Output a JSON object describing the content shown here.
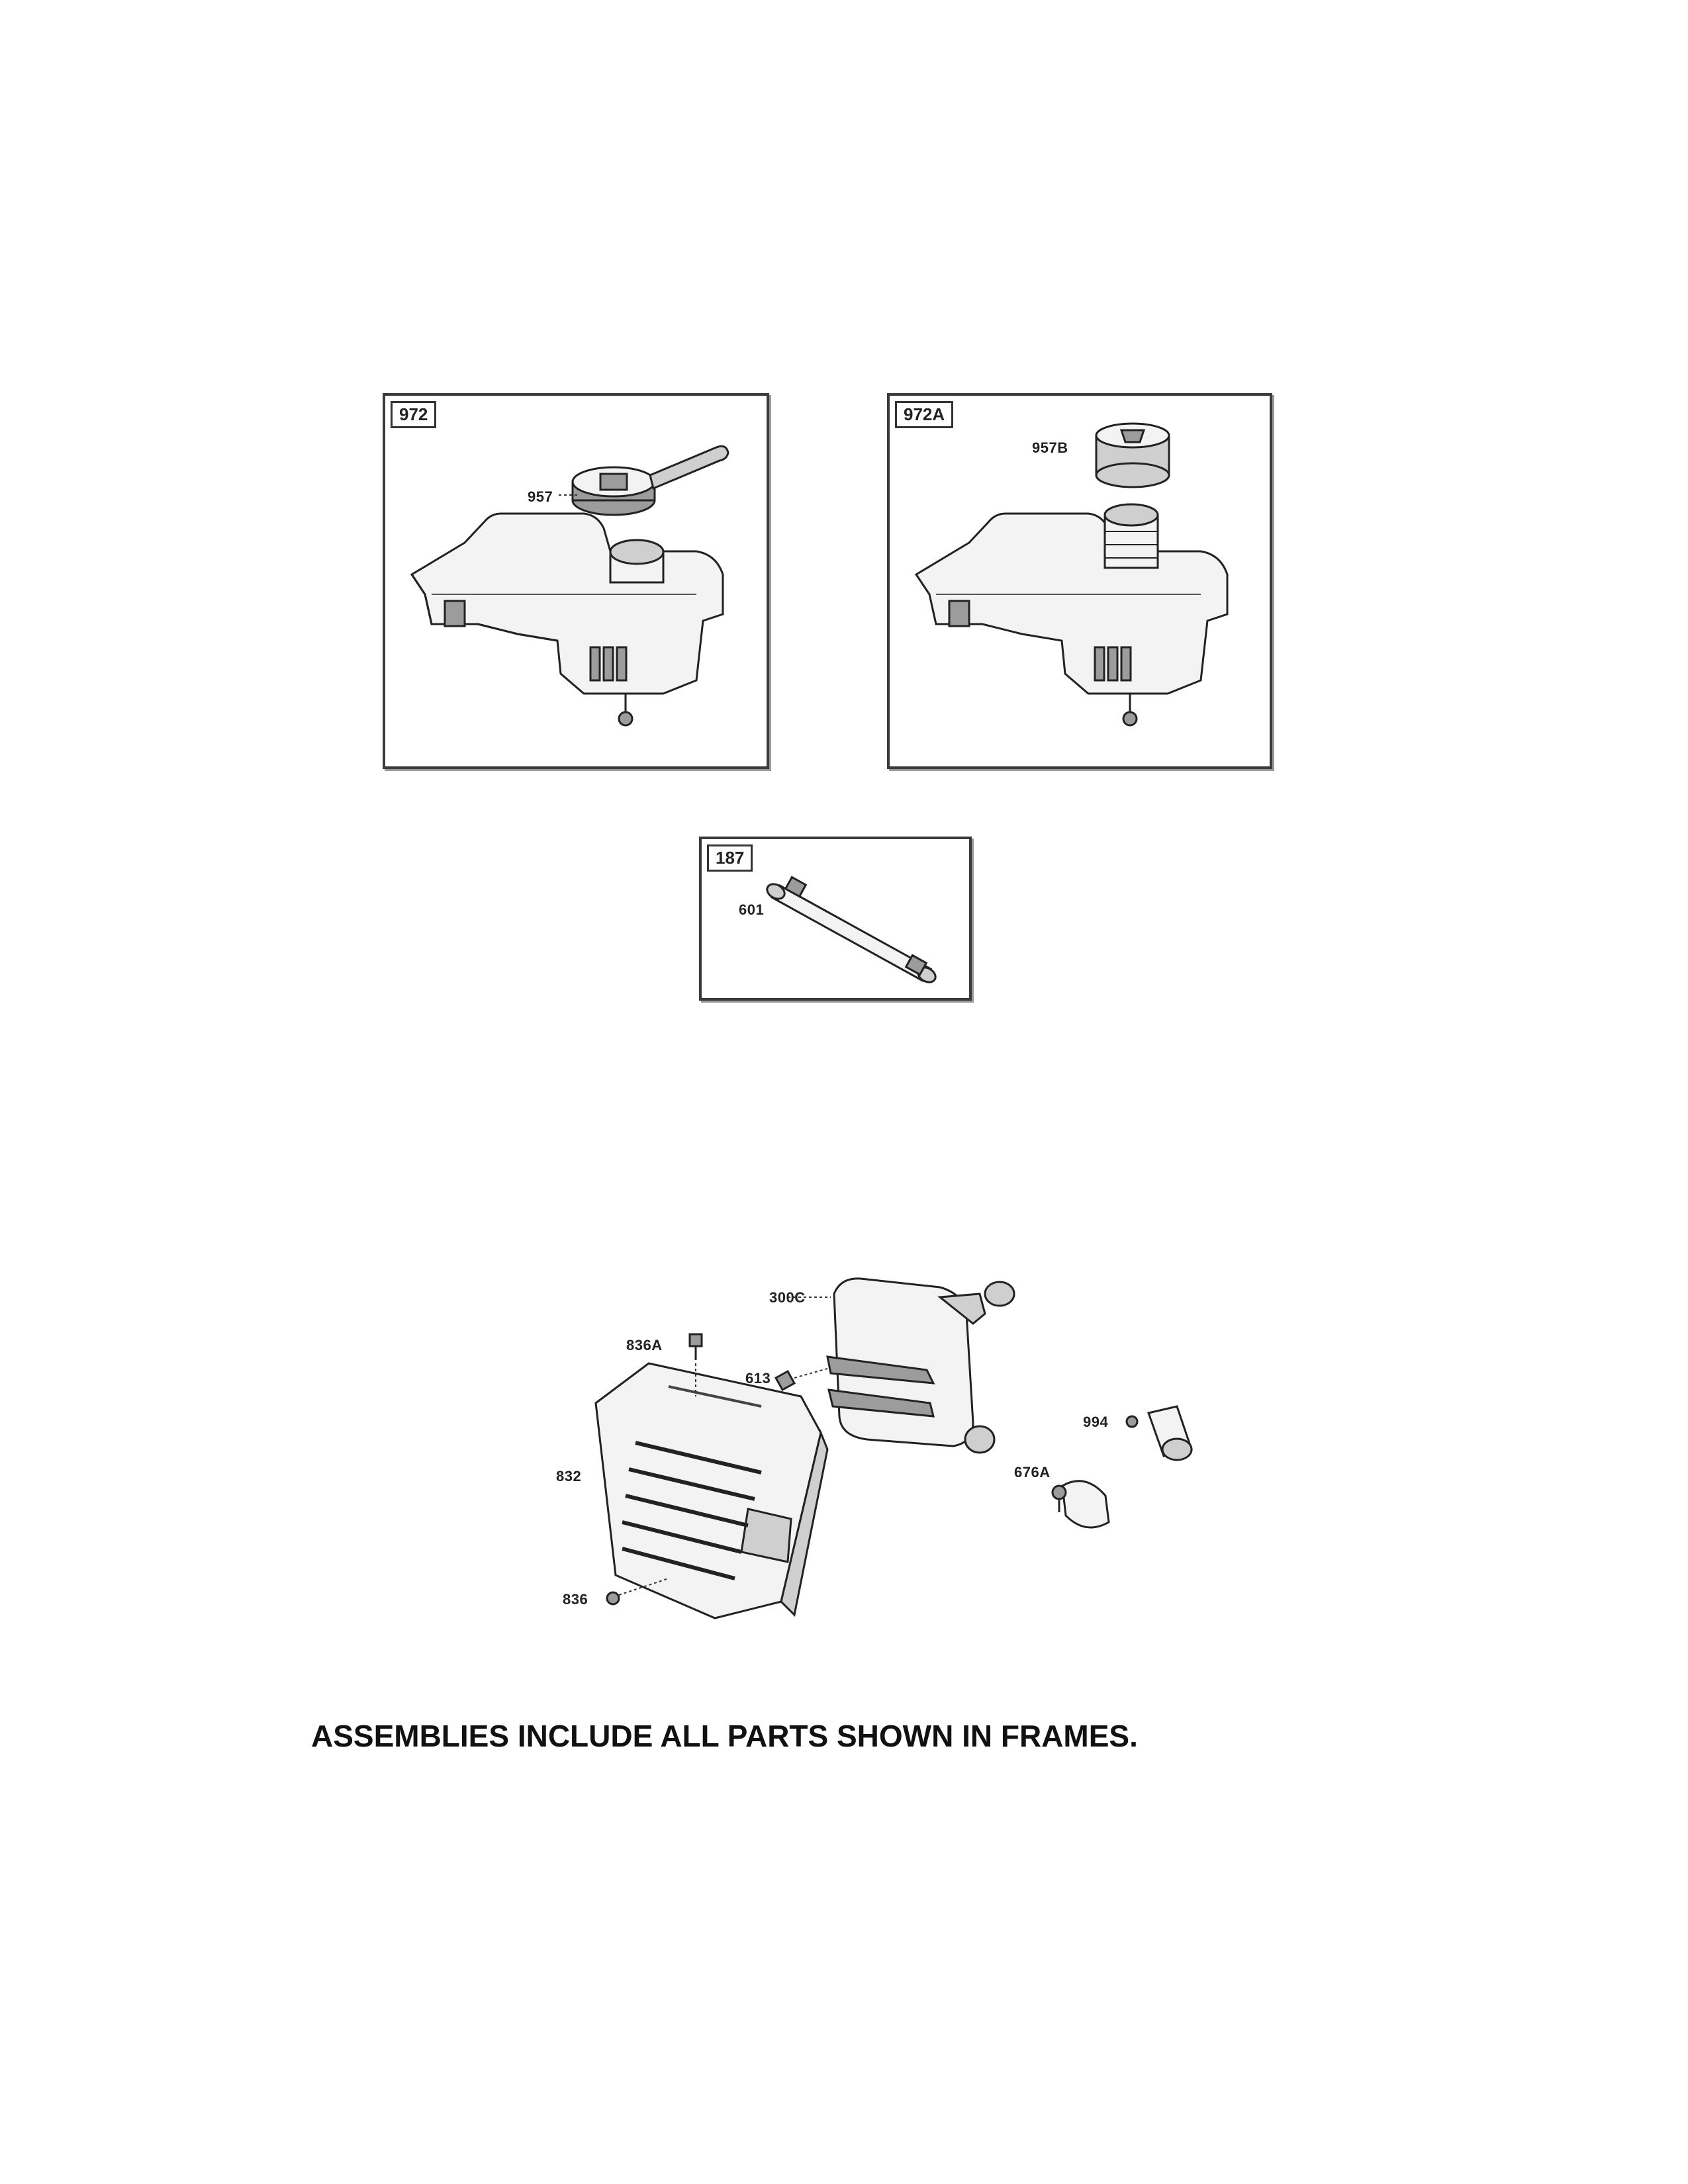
{
  "frames": {
    "frame_972": {
      "tag": "972",
      "callout": "957"
    },
    "frame_972a": {
      "tag": "972A",
      "callout": "957B"
    },
    "frame_187": {
      "tag": "187",
      "callout": "601"
    }
  },
  "muffler_callouts": {
    "c300c": "300C",
    "c836a": "836A",
    "c613": "613",
    "c832": "832",
    "c836": "836",
    "c994": "994",
    "c676a": "676A"
  },
  "footer": {
    "note": "ASSEMBLIES INCLUDE ALL PARTS SHOWN IN FRAMES."
  }
}
